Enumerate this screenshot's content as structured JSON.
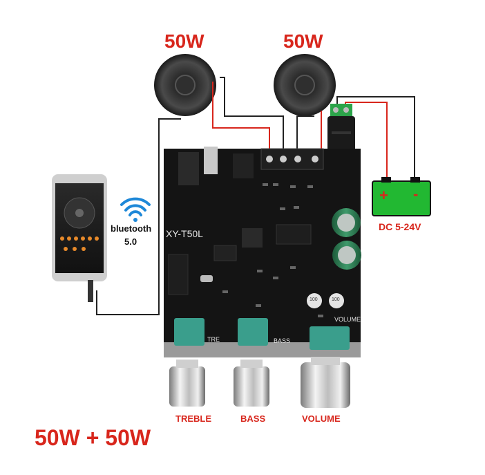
{
  "speaker_left_label": "50W",
  "speaker_right_label": "50W",
  "bluetooth_label": "bluetooth",
  "bluetooth_version": "5.0",
  "board_model": "XY-T50L",
  "power_label": "DC 5-24V",
  "battery_plus": "+",
  "battery_minus": "-",
  "silk_treble": "TRE",
  "silk_bass": "BASS",
  "silk_volume": "VOLUME",
  "cap_label": "100",
  "knob_treble": "TREBLE",
  "knob_bass": "BASS",
  "knob_volume": "VOLUME",
  "total_power": "50W + 50W",
  "colors": {
    "accent_red": "#d8261c",
    "pcb": "#141414",
    "battery": "#22b832",
    "bluetooth_blue": "#1e88d8",
    "pot_teal": "#3a9e8c"
  }
}
